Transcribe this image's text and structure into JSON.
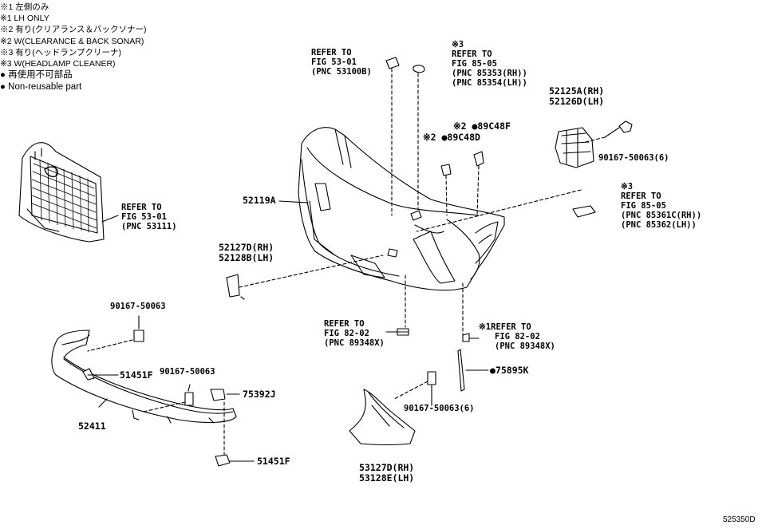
{
  "notes": [
    "※1 左側のみ",
    "※1 LH ONLY",
    "※2 有り(クリアランス＆バックソナー)",
    "※2 W(CLEARANCE & BACK SONAR)",
    "※3 有り(ヘッドランプクリーナ)",
    "※3 W(HEADLAMP CLEANER)",
    "● 再使用不可部品",
    "● Non-reusable part"
  ],
  "labels": {
    "ref_53100b": [
      "REFER TO",
      "FIG 53-01",
      "(PNC 53100B)"
    ],
    "ref_85353": [
      "※3",
      "REFER TO",
      "FIG 85-05",
      "(PNC 85353(RH))",
      "(PNC 85354(LH))"
    ],
    "p52125a": [
      "52125A(RH)",
      "52126D(LH)"
    ],
    "p89c48f": "※2 ●89C48F",
    "p89c48d": "※2 ●89C48D",
    "p90167_a": "90167-50063(6)",
    "ref_85361": [
      "※3",
      "REFER TO",
      "FIG 85-05",
      "(PNC 85361C(RH))",
      "(PNC 85362(LH))"
    ],
    "p52119a": "52119A",
    "ref_53111": [
      "REFER TO",
      "FIG 53-01",
      "(PNC 53111)"
    ],
    "p52127d": [
      "52127D(RH)",
      "52128B(LH)"
    ],
    "p90167_b": "90167-50063",
    "ref_89348_l": [
      "REFER TO",
      "FIG 82-02",
      "(PNC 89348X)"
    ],
    "ref_89348_r": [
      "※1REFER TO",
      "FIG 82-02",
      "(PNC 89348X)"
    ],
    "p75895k": "●75895K",
    "p51451f_a": "51451F",
    "p90167_c": "90167-50063",
    "p75392j": "75392J",
    "p52411": "52411",
    "p90167_d": "90167-50063(6)",
    "p53127d": [
      "53127D(RH)",
      "53128E(LH)"
    ],
    "p51451f_b": "51451F"
  },
  "diagram_code": "525350D"
}
